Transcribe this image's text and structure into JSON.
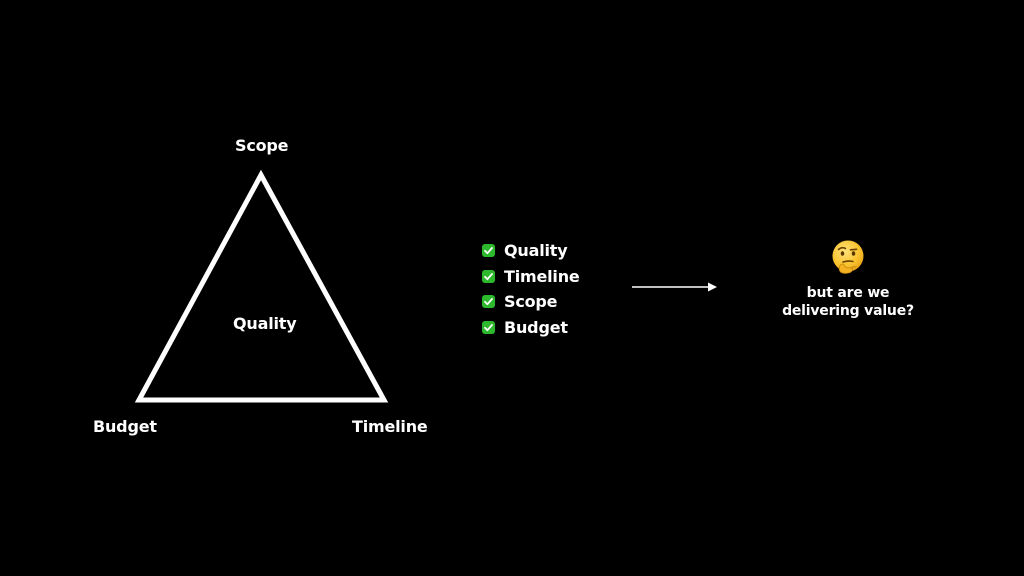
{
  "triangle": {
    "top_label": "Scope",
    "center_label": "Quality",
    "left_label": "Budget",
    "right_label": "Timeline"
  },
  "checklist": {
    "check_color": "#2eb82e",
    "items": [
      {
        "label": "Quality",
        "checked": true
      },
      {
        "label": "Timeline",
        "checked": true
      },
      {
        "label": "Scope",
        "checked": true
      },
      {
        "label": "Budget",
        "checked": true
      }
    ]
  },
  "arrow": {
    "icon": "right-arrow-icon"
  },
  "callout": {
    "icon": "thinking-face-icon",
    "line1": "but are we",
    "line2": "delivering value?"
  },
  "colors": {
    "background": "#000000",
    "foreground": "#ffffff"
  }
}
